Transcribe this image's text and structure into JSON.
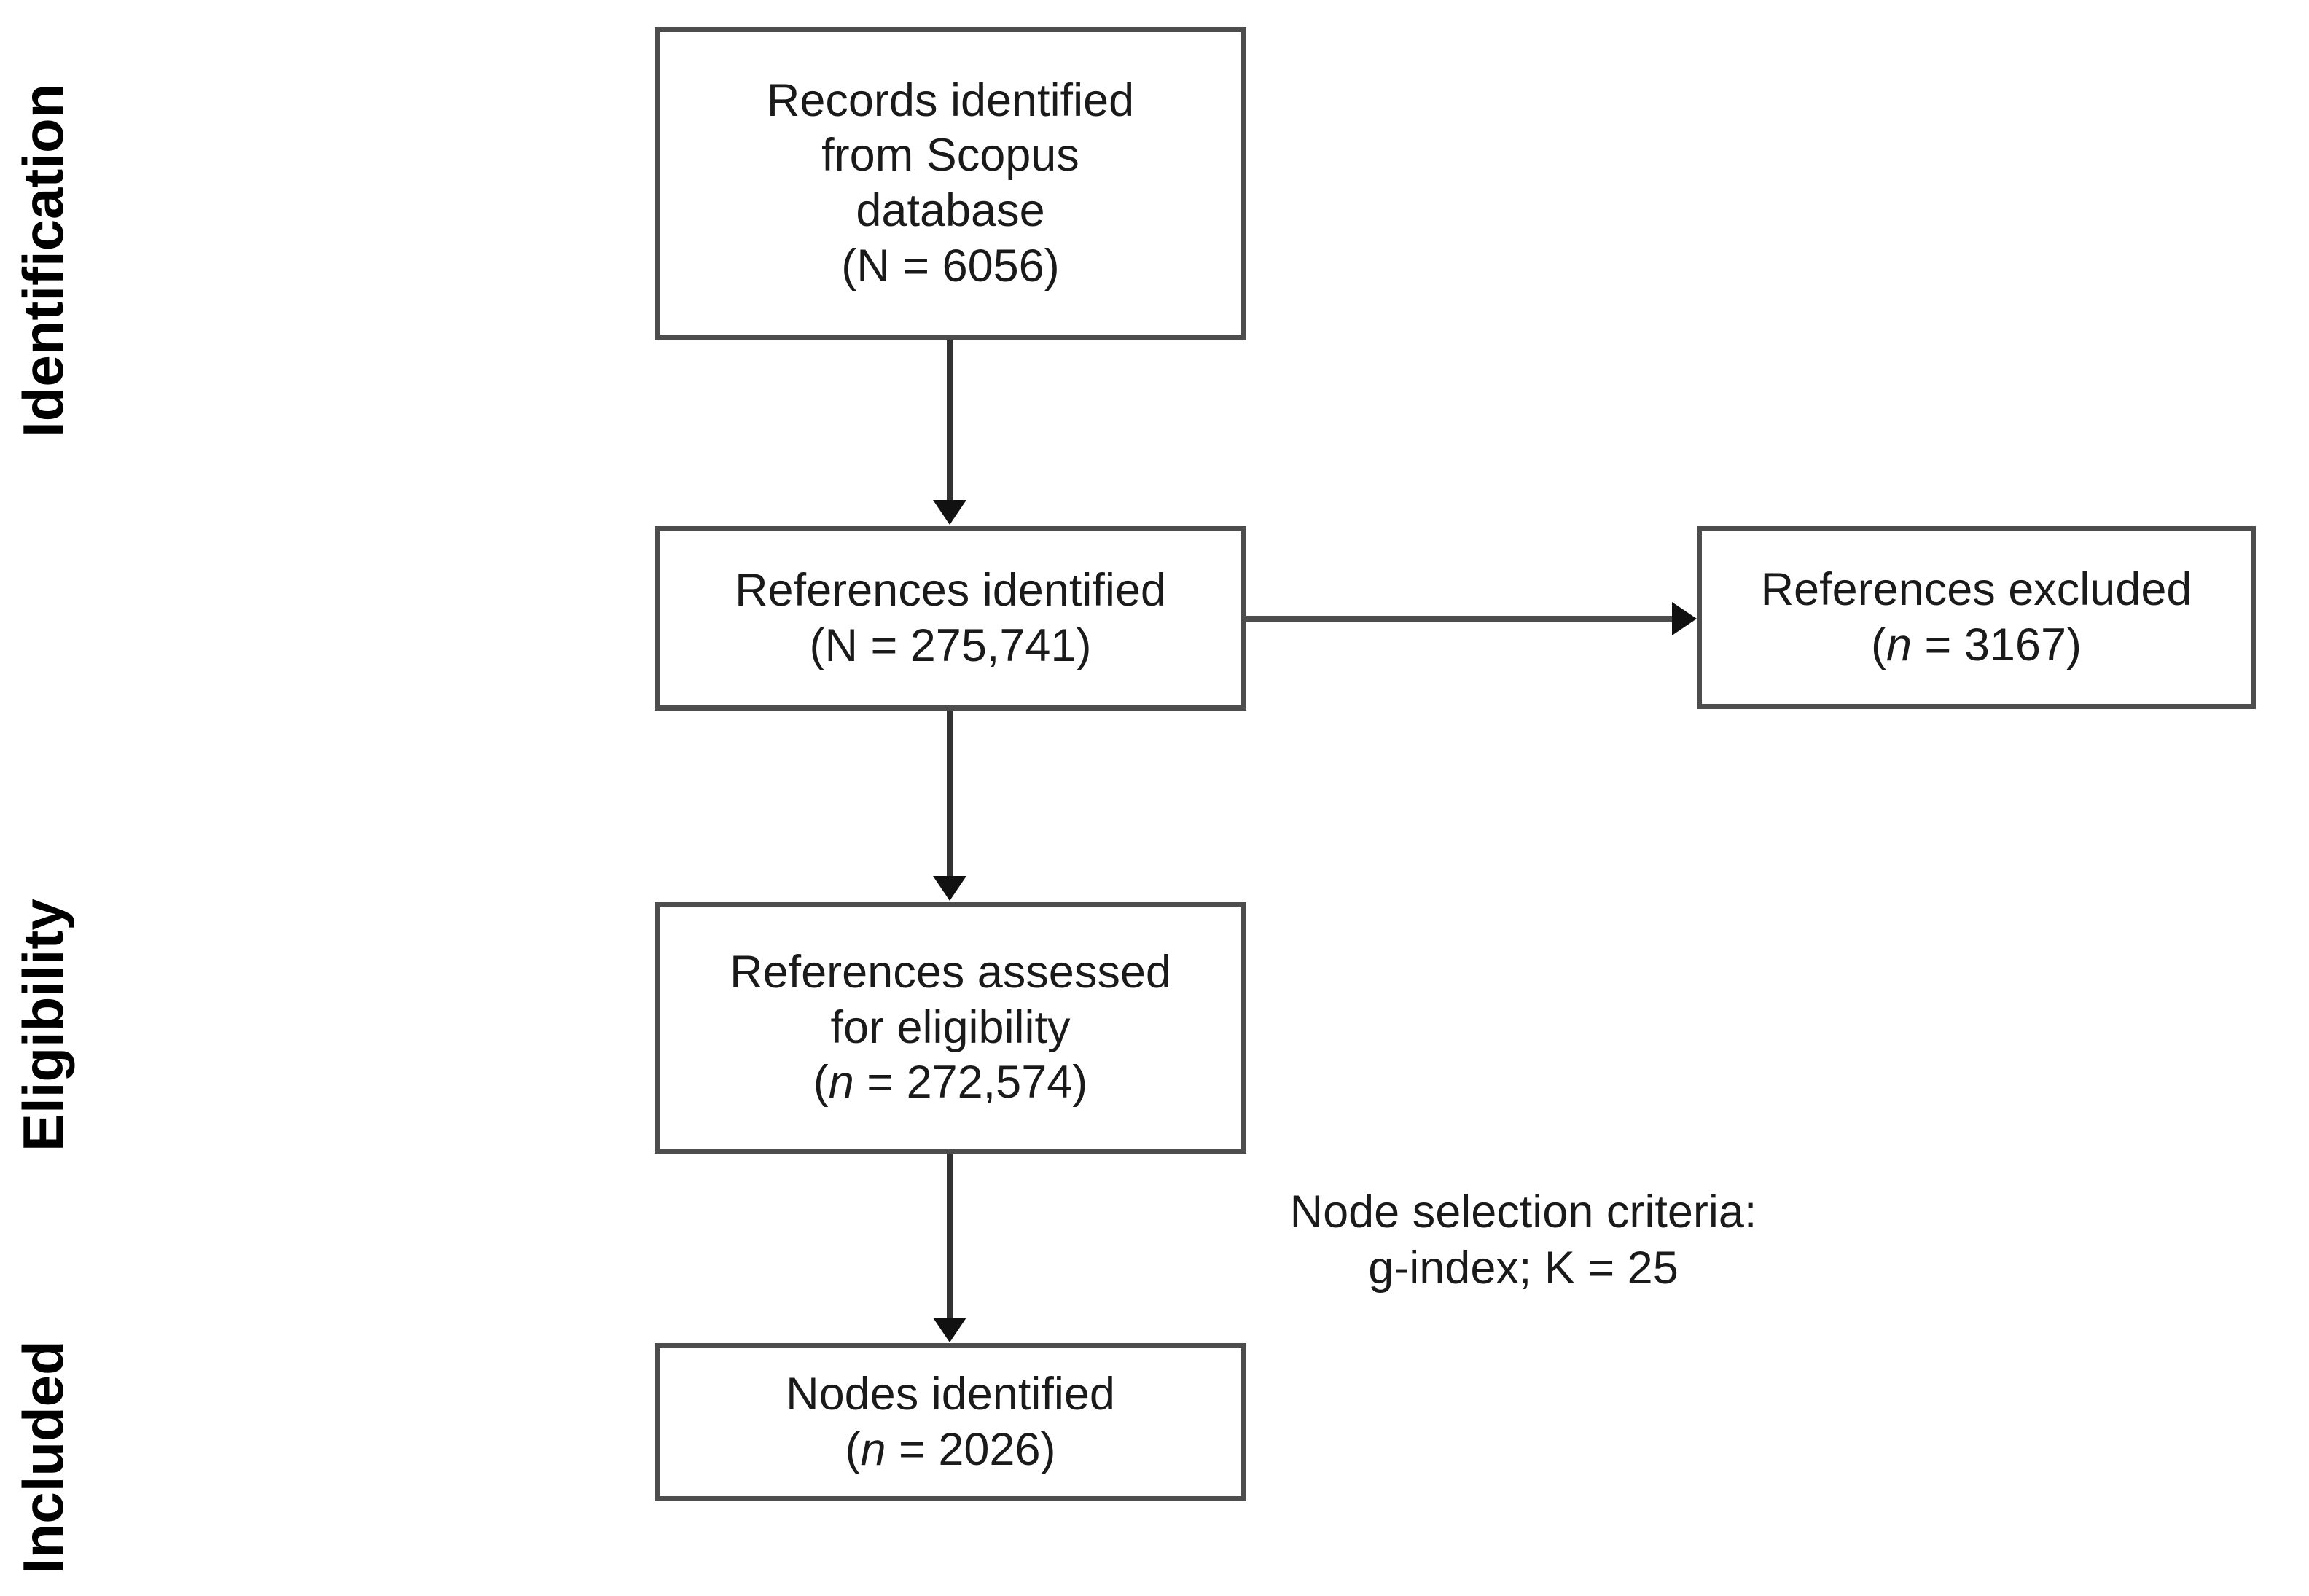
{
  "figure": {
    "type": "prisma-flow-diagram",
    "phase_labels": [
      {
        "id": "identification",
        "text": "Identification"
      },
      {
        "id": "eligibility",
        "text": "Eligibility"
      },
      {
        "id": "included",
        "text": "Included"
      }
    ],
    "boxes": [
      {
        "id": "records-identified",
        "lines": [
          {
            "text": "Records identified"
          },
          {
            "text": "from Scopus"
          },
          {
            "text": "database"
          }
        ],
        "count_prefix_symbol": "N",
        "count_symbol_italic": false,
        "count_value": "6056",
        "count_line": "(N = 6056)"
      },
      {
        "id": "references-identified",
        "lines": [
          {
            "text": "References identified"
          }
        ],
        "count_prefix_symbol": "N",
        "count_symbol_italic": false,
        "count_value": "275,741",
        "count_line": "(N = 275,741)"
      },
      {
        "id": "references-excluded",
        "lines": [
          {
            "text": "References excluded"
          }
        ],
        "count_prefix_symbol": "n",
        "count_symbol_italic": true,
        "count_value": "3167",
        "count_line": "(n = 3167)"
      },
      {
        "id": "references-assessed",
        "lines": [
          {
            "text": "References assessed"
          },
          {
            "text": "for eligibility"
          }
        ],
        "count_prefix_symbol": "n",
        "count_symbol_italic": true,
        "count_value": "272,574",
        "count_line": "(n = 272,574)"
      },
      {
        "id": "nodes-identified",
        "lines": [
          {
            "text": "Nodes identified"
          }
        ],
        "count_prefix_symbol": "n",
        "count_symbol_italic": true,
        "count_value": "2026",
        "count_line": "(n = 2026)"
      }
    ],
    "annotation": {
      "id": "node-selection-criteria",
      "line1": "Node selection criteria:",
      "line2": "g-index; K = 25",
      "criterion": "g-index",
      "k_label": "K",
      "k_value": "25"
    },
    "colors": {
      "box_border": "#4d4d4d",
      "box_fill": "#ffffff",
      "text": "#1a1a1a",
      "connector": "#333333",
      "arrowhead": "#111111",
      "background": "#ffffff"
    }
  }
}
